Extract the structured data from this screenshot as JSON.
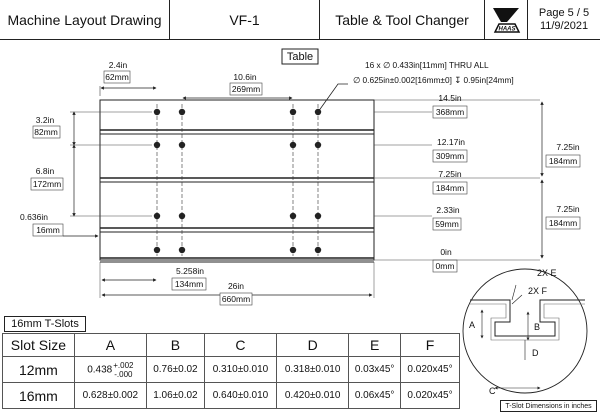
{
  "header": {
    "title": "Machine Layout Drawing",
    "model": "VF-1",
    "subject": "Table & Tool Changer",
    "logo_text": "HAAS",
    "page": "Page 5 / 5",
    "date": "11/9/2021"
  },
  "drawing": {
    "table_label": "Table",
    "callout_line1": "16 x ∅ 0.433in[11mm] THRU ALL",
    "callout_line2": "∅ 0.625in±0.002[16mm±0] ↧ 0.95in[24mm]",
    "dims": {
      "d1_in": "2.4in",
      "d1_mm": "62mm",
      "d2_in": "10.6in",
      "d2_mm": "269mm",
      "d3_in": "3.2in",
      "d3_mm": "82mm",
      "d4_in": "6.8in",
      "d4_mm": "172mm",
      "d5_in": "0.636in",
      "d5_mm": "16mm",
      "d6_in": "5.258in",
      "d6_mm": "134mm",
      "d7_in": "26in",
      "d7_mm": "660mm",
      "r1_in": "14.5in",
      "r1_mm": "368mm",
      "r2_in": "12.17in",
      "r2_mm": "309mm",
      "r3_in": "7.25in",
      "r3_mm": "184mm",
      "r4_in": "2.33in",
      "r4_mm": "59mm",
      "r5_in": "0in",
      "r5_mm": "0mm",
      "r6_in": "7.25in",
      "r6_mm": "184mm",
      "r7_in": "7.25in",
      "r7_mm": "184mm"
    },
    "slot_letters": {
      "a": "A",
      "b": "B",
      "c": "C",
      "d": "D",
      "e": "2X E",
      "f": "2X F"
    }
  },
  "slot_section_label": "16mm T-Slots",
  "spec_table": {
    "columns": [
      "Slot Size",
      "A",
      "B",
      "C",
      "D",
      "E",
      "F"
    ],
    "rows": [
      {
        "size": "12mm",
        "a": "0.438",
        "a_tol_plus": "+.002",
        "a_tol_minus": "-.000",
        "b": "0.76±0.02",
        "c": "0.310±0.010",
        "d": "0.318±0.010",
        "e": "0.03x45°",
        "f": "0.020x45°"
      },
      {
        "size": "16mm",
        "a": "0.628±0.002",
        "a_tol_plus": "",
        "a_tol_minus": "",
        "b": "1.06±0.02",
        "c": "0.640±0.010",
        "d": "0.420±0.010",
        "e": "0.06x45°",
        "f": "0.020x45°"
      }
    ]
  },
  "footnote": "T-Slot Dimensions in inches"
}
